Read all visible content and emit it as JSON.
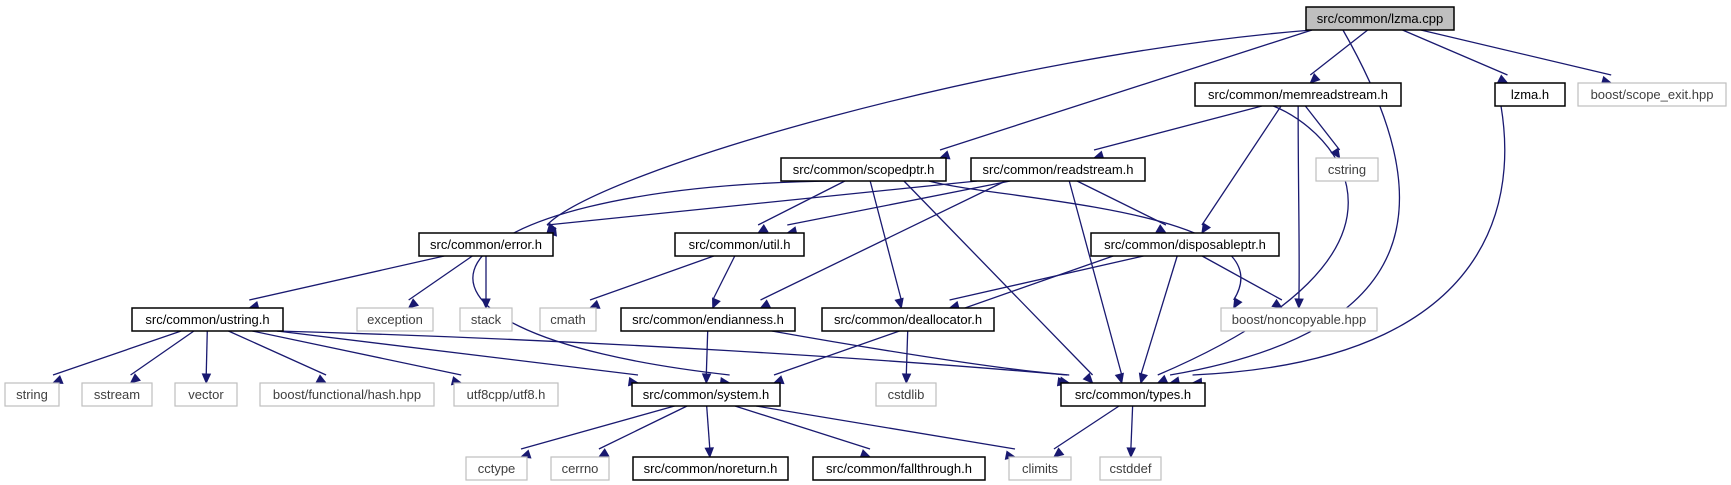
{
  "diagram": {
    "title": "",
    "nodes": [
      {
        "id": "root",
        "label": "src/common/lzma.cpp",
        "kind": "root"
      },
      {
        "id": "memreadstream",
        "label": "src/common/memreadstream.h",
        "kind": "doc"
      },
      {
        "id": "lzma_h",
        "label": "lzma.h",
        "kind": "doc"
      },
      {
        "id": "scope_exit",
        "label": "boost/scope_exit.hpp",
        "kind": "ext"
      },
      {
        "id": "scopedptr",
        "label": "src/common/scopedptr.h",
        "kind": "doc"
      },
      {
        "id": "readstream",
        "label": "src/common/readstream.h",
        "kind": "doc"
      },
      {
        "id": "cstring",
        "label": "cstring",
        "kind": "ext"
      },
      {
        "id": "error",
        "label": "src/common/error.h",
        "kind": "doc"
      },
      {
        "id": "util",
        "label": "src/common/util.h",
        "kind": "doc"
      },
      {
        "id": "disposableptr",
        "label": "src/common/disposableptr.h",
        "kind": "doc"
      },
      {
        "id": "ustring",
        "label": "src/common/ustring.h",
        "kind": "doc"
      },
      {
        "id": "exception",
        "label": "exception",
        "kind": "ext"
      },
      {
        "id": "stack",
        "label": "stack",
        "kind": "ext"
      },
      {
        "id": "cmath",
        "label": "cmath",
        "kind": "ext"
      },
      {
        "id": "endianness",
        "label": "src/common/endianness.h",
        "kind": "doc"
      },
      {
        "id": "deallocator",
        "label": "src/common/deallocator.h",
        "kind": "doc"
      },
      {
        "id": "noncopyable",
        "label": "boost/noncopyable.hpp",
        "kind": "ext"
      },
      {
        "id": "string",
        "label": "string",
        "kind": "ext"
      },
      {
        "id": "sstream",
        "label": "sstream",
        "kind": "ext"
      },
      {
        "id": "vector",
        "label": "vector",
        "kind": "ext"
      },
      {
        "id": "hash",
        "label": "boost/functional/hash.hpp",
        "kind": "ext"
      },
      {
        "id": "utf8",
        "label": "utf8cpp/utf8.h",
        "kind": "ext"
      },
      {
        "id": "system",
        "label": "src/common/system.h",
        "kind": "doc"
      },
      {
        "id": "cstdlib",
        "label": "cstdlib",
        "kind": "ext"
      },
      {
        "id": "types",
        "label": "src/common/types.h",
        "kind": "doc"
      },
      {
        "id": "cctype",
        "label": "cctype",
        "kind": "ext"
      },
      {
        "id": "cerrno",
        "label": "cerrno",
        "kind": "ext"
      },
      {
        "id": "noreturn",
        "label": "src/common/noreturn.h",
        "kind": "doc"
      },
      {
        "id": "fallthrough",
        "label": "src/common/fallthrough.h",
        "kind": "doc"
      },
      {
        "id": "climits",
        "label": "climits",
        "kind": "ext"
      },
      {
        "id": "cstddef",
        "label": "cstddef",
        "kind": "ext"
      }
    ],
    "edges": [
      {
        "from": "root",
        "to": "memreadstream"
      },
      {
        "from": "root",
        "to": "lzma_h"
      },
      {
        "from": "root",
        "to": "scope_exit"
      },
      {
        "from": "root",
        "to": "scopedptr"
      },
      {
        "from": "root",
        "to": "error"
      },
      {
        "from": "root",
        "to": "types"
      },
      {
        "from": "memreadstream",
        "to": "readstream"
      },
      {
        "from": "memreadstream",
        "to": "cstring"
      },
      {
        "from": "memreadstream",
        "to": "disposableptr"
      },
      {
        "from": "memreadstream",
        "to": "noncopyable"
      },
      {
        "from": "memreadstream",
        "to": "types"
      },
      {
        "from": "lzma_h",
        "to": "types"
      },
      {
        "from": "scopedptr",
        "to": "util"
      },
      {
        "from": "scopedptr",
        "to": "deallocator"
      },
      {
        "from": "scopedptr",
        "to": "noncopyable"
      },
      {
        "from": "scopedptr",
        "to": "system"
      },
      {
        "from": "scopedptr",
        "to": "types"
      },
      {
        "from": "readstream",
        "to": "error"
      },
      {
        "from": "readstream",
        "to": "util"
      },
      {
        "from": "readstream",
        "to": "disposableptr"
      },
      {
        "from": "readstream",
        "to": "endianness"
      },
      {
        "from": "readstream",
        "to": "types"
      },
      {
        "from": "error",
        "to": "ustring"
      },
      {
        "from": "error",
        "to": "exception"
      },
      {
        "from": "error",
        "to": "stack"
      },
      {
        "from": "util",
        "to": "cmath"
      },
      {
        "from": "util",
        "to": "endianness"
      },
      {
        "from": "disposableptr",
        "to": "deallocator"
      },
      {
        "from": "disposableptr",
        "to": "noncopyable"
      },
      {
        "from": "disposableptr",
        "to": "system"
      },
      {
        "from": "disposableptr",
        "to": "types"
      },
      {
        "from": "ustring",
        "to": "string"
      },
      {
        "from": "ustring",
        "to": "sstream"
      },
      {
        "from": "ustring",
        "to": "vector"
      },
      {
        "from": "ustring",
        "to": "hash"
      },
      {
        "from": "ustring",
        "to": "utf8"
      },
      {
        "from": "ustring",
        "to": "system"
      },
      {
        "from": "ustring",
        "to": "types"
      },
      {
        "from": "endianness",
        "to": "system"
      },
      {
        "from": "endianness",
        "to": "types"
      },
      {
        "from": "deallocator",
        "to": "cstdlib"
      },
      {
        "from": "system",
        "to": "cctype"
      },
      {
        "from": "system",
        "to": "cerrno"
      },
      {
        "from": "system",
        "to": "noreturn"
      },
      {
        "from": "system",
        "to": "fallthrough"
      },
      {
        "from": "system",
        "to": "climits"
      },
      {
        "from": "types",
        "to": "climits"
      },
      {
        "from": "types",
        "to": "cstddef"
      }
    ]
  }
}
